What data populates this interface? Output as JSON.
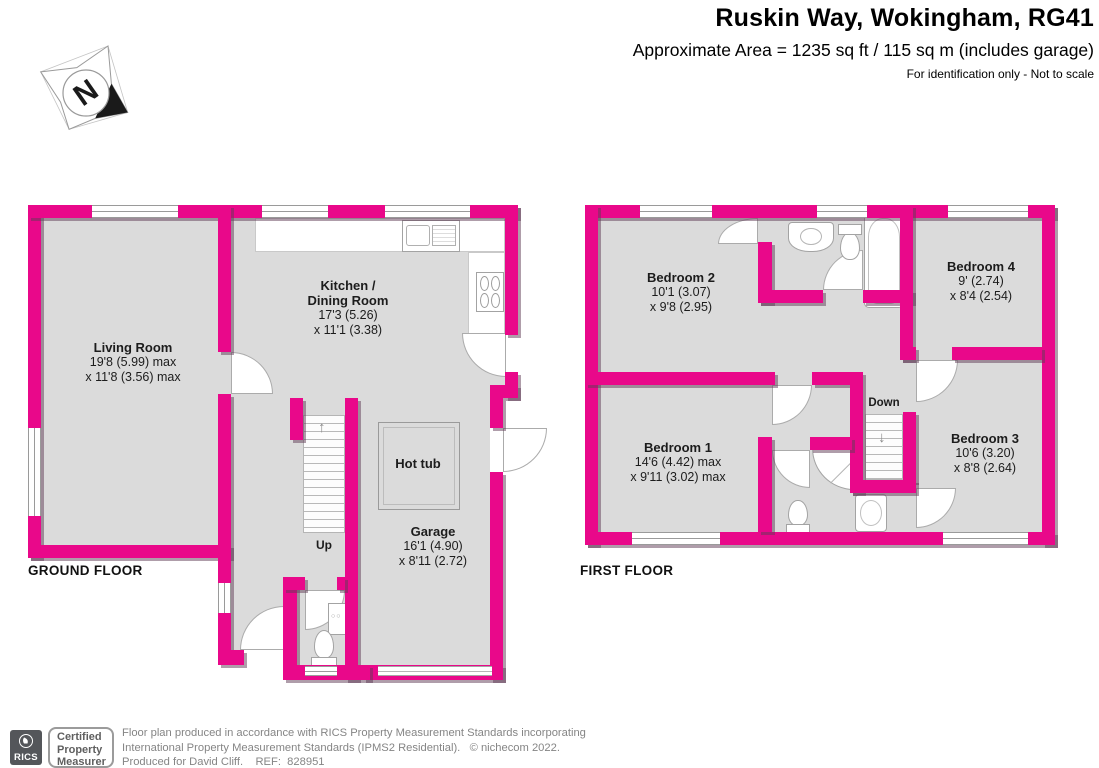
{
  "header": {
    "title": "Ruskin Way, Wokingham, RG41",
    "subtitle": "Approximate Area = 1235 sq ft / 115 sq m (includes garage)",
    "disclaimer": "For identification only - Not to scale"
  },
  "compass": {
    "north_label": "N"
  },
  "icons": {
    "up_arrow": "↑",
    "down_arrow": "↓"
  },
  "ground_floor": {
    "label": "GROUND FLOOR",
    "stairs_label": "Up",
    "rooms": {
      "living": {
        "name": "Living Room",
        "dim1": "19'8 (5.99) max",
        "dim2": "x 11'8 (3.56) max"
      },
      "kitchen": {
        "name1": "Kitchen /",
        "name2": "Dining Room",
        "dim1": "17'3 (5.26)",
        "dim2": "x 11'1 (3.38)"
      },
      "hot_tub": {
        "name": "Hot tub"
      },
      "garage": {
        "name": "Garage",
        "dim1": "16'1 (4.90)",
        "dim2": "x 8'11 (2.72)"
      }
    }
  },
  "first_floor": {
    "label": "FIRST FLOOR",
    "stairs_label": "Down",
    "rooms": {
      "bedroom1": {
        "name": "Bedroom 1",
        "dim1": "14'6 (4.42) max",
        "dim2": "x 9'11 (3.02) max"
      },
      "bedroom2": {
        "name": "Bedroom 2",
        "dim1": "10'1 (3.07)",
        "dim2": "x 9'8 (2.95)"
      },
      "bedroom3": {
        "name": "Bedroom 3",
        "dim1": "10'6 (3.20)",
        "dim2": "x 8'8 (2.64)"
      },
      "bedroom4": {
        "name": "Bedroom 4",
        "dim1": "9' (2.74)",
        "dim2": "x 8'4 (2.54)"
      }
    }
  },
  "footer": {
    "logo_text": "RICS",
    "badge_line1": "Certified",
    "badge_line2": "Property",
    "badge_line3": "Measurer",
    "line1": "Floor plan produced in accordance with RICS Property Measurement Standards incorporating",
    "line2": "International Property Measurement Standards (IPMS2 Residential).   © nichecom 2022.",
    "line3": "Produced for David Cliff.    REF:  828951"
  },
  "colors": {
    "wall": "#E9088A",
    "floor": "#DBDBDB",
    "logo_bg": "#54565A"
  }
}
